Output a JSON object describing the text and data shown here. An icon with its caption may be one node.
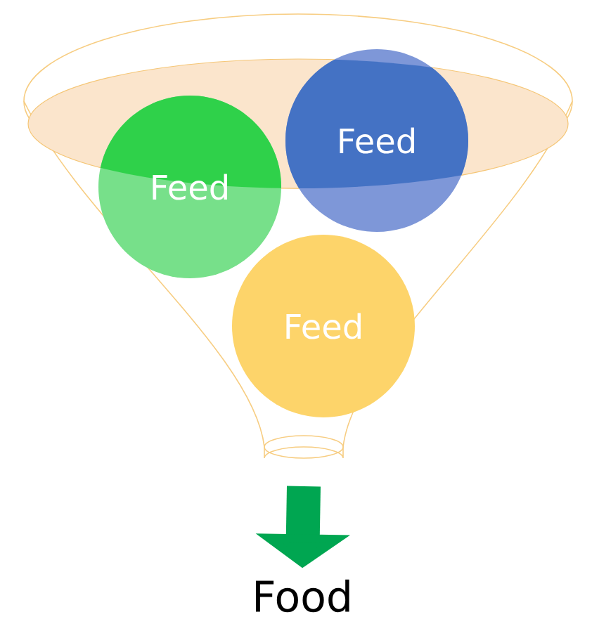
{
  "diagram": {
    "nodes": [
      {
        "text": [],
        "shape": "funnel"
      },
      {
        "text": [
          "Feed"
        ],
        "in": 0
      },
      {
        "text": [
          "Feed"
        ],
        "in": 0
      },
      {
        "text": [
          "Feed"
        ],
        "in": 0
      },
      {
        "text": [
          "Food"
        ]
      }
    ],
    "edges": [
      {
        "from": 0,
        "to": 4,
        "arrow": "to"
      }
    ]
  }
}
